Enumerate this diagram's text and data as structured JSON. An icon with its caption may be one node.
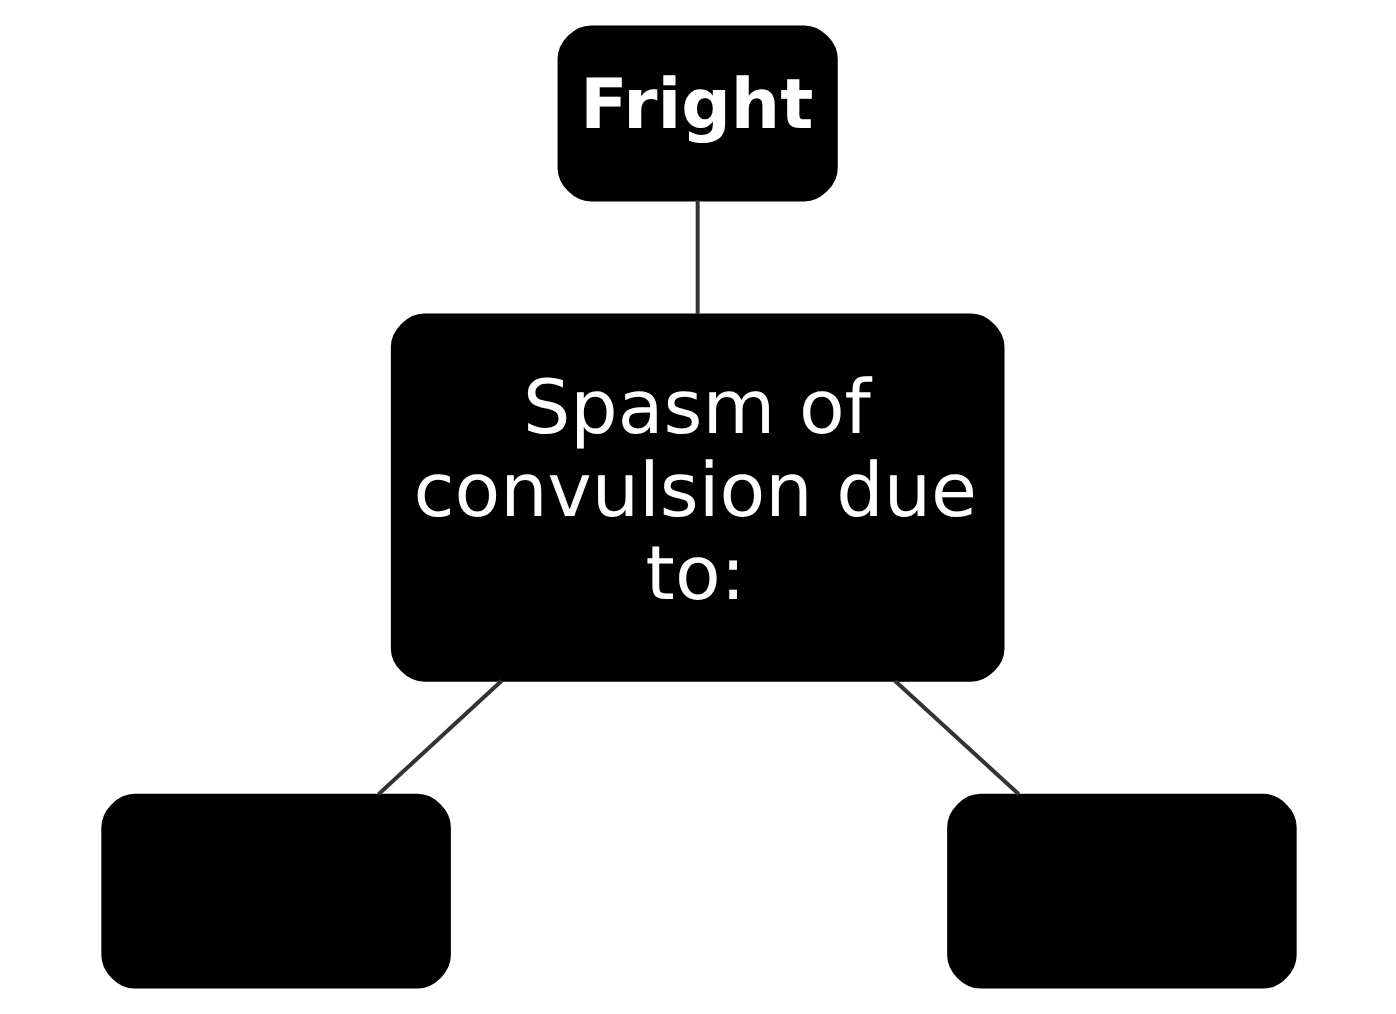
{
  "diagram": {
    "nodes": [
      {
        "text": [
          "Fright"
        ]
      },
      {
        "text": [
          "Spasm of convulsion due to:"
        ]
      },
      {
        "text": [],
        "shape": "box"
      },
      {
        "text": [],
        "shape": "box"
      }
    ],
    "edges": [
      {
        "from": 0,
        "to": 1,
        "arrow": "none"
      },
      {
        "from": 1,
        "to": 2,
        "arrow": "none"
      },
      {
        "from": 1,
        "to": 3,
        "arrow": "none"
      }
    ]
  }
}
